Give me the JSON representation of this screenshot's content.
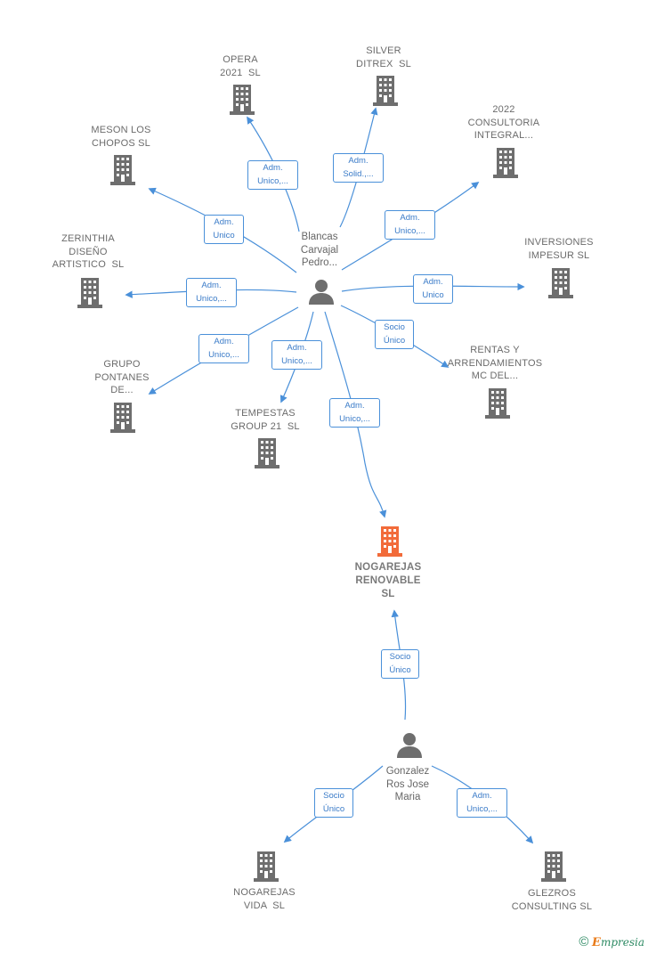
{
  "nodes": {
    "opera": "OPERA\n2021  SL",
    "silver": "SILVER\nDITREX  SL",
    "consultoria": "2022\nCONSULTORIA\nINTEGRAL...",
    "meson": "MESON LOS\nCHOPOS SL",
    "zerinthia": "ZERINTHIA\nDISEÑO\nARTISTICO  SL",
    "inversiones": "INVERSIONES\nIMPESUR SL",
    "grupo": "GRUPO\nPONTANES\nDE...",
    "tempestas": "TEMPESTAS\nGROUP 21  SL",
    "rentas": "RENTAS Y\nARRENDAMIENTOS\nMC DEL...",
    "nogarejas": "NOGAREJAS\nRENOVABLE\nSL",
    "vida": "NOGAREJAS\nVIDA  SL",
    "glezros": "GLEZROS\nCONSULTING SL"
  },
  "persons": {
    "blancas": "Blancas\nCarvajal\nPedro...",
    "gonzalez": "Gonzalez\nRos Jose\nMaria"
  },
  "edges": {
    "opera": "Adm.\nUnico,...",
    "silver": "Adm.\nSolid.,...",
    "consultoria": "Adm.\nUnico,...",
    "meson": "Adm.\nUnico",
    "zerinthia": "Adm.\nUnico,...",
    "inversiones": "Adm.\nUnico",
    "grupo": "Adm.\nUnico,...",
    "tempestas": "Adm.\nUnico,...",
    "rentas": "Socio\nÚnico",
    "nogarejas": "Adm.\nUnico,...",
    "gonzalez_nogarejas": "Socio\nÚnico",
    "vida": "Socio\nÚnico",
    "glezros": "Adm.\nUnico,..."
  },
  "colors": {
    "edge": "#4a90d9",
    "building": "#6e6e6e",
    "building_highlight": "#f26b3a",
    "person": "#6e6e6e"
  },
  "footer": {
    "copyright": "©",
    "brand_e": "E",
    "brand_rest": "mpresia"
  }
}
